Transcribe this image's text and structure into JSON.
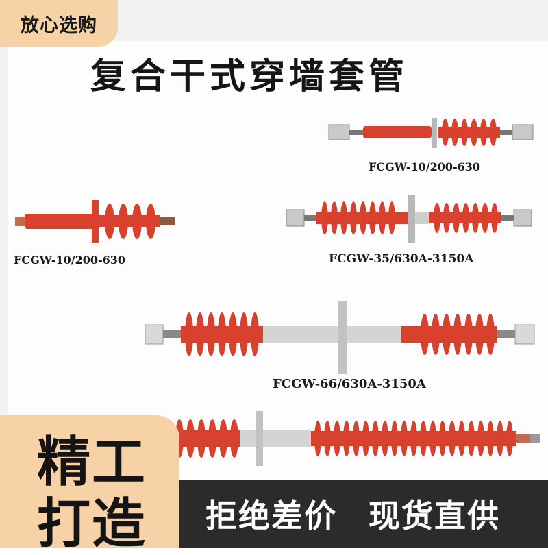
{
  "badge_top_left": {
    "text": "放心选购"
  },
  "title": "复合干式穿墙套管",
  "products": [
    {
      "label": "FCGW-10/200-630"
    },
    {
      "label": "FCGW-10/200-630"
    },
    {
      "label": "FCGW-35/630A-3150A"
    },
    {
      "label": "FCGW-66/630A-3150A"
    }
  ],
  "badge_bottom_left": {
    "line1": "精工",
    "line2": "打造"
  },
  "banner_bottom": {
    "left": "拒绝差价",
    "right": "现货直供"
  },
  "colors": {
    "insulator_red": "#d8412e",
    "badge_peach": "#f6d2a6",
    "banner_dark": "#2b2b2b",
    "flange_grey": "#c9c9c9"
  }
}
